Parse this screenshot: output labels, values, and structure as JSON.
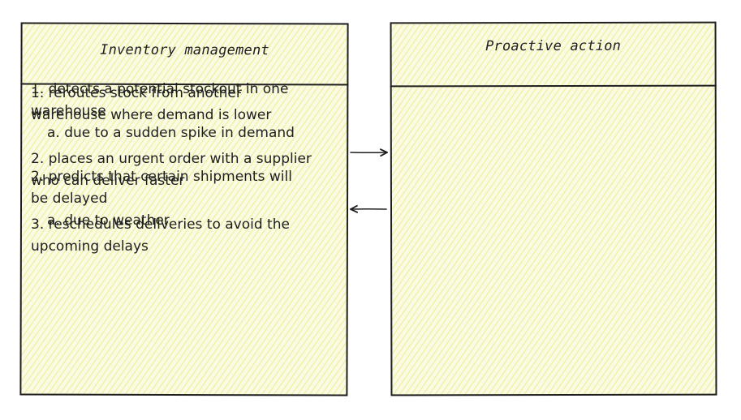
{
  "inventory_panel": {
    "title": "Inventory management",
    "items": [
      {
        "text": "1. detects a potential stockout in one warehouse",
        "sub": "a. due to a sudden spike in demand"
      },
      {
        "text": "2. predicts that certain shipments will be delayed",
        "sub": "a. due to weather"
      }
    ]
  },
  "action_panel": {
    "title": "Proactive action",
    "items": [
      "1. reroutes stock from another warehouse where demand is lower",
      "2. places an urgent order with a supplier who can deliver faster",
      "3. reschedules deliveries to avoid the upcoming delays"
    ]
  },
  "colors": {
    "stroke": "#1e1e1e",
    "fill": "#fbfbe4",
    "hatch": "#e6e878"
  }
}
